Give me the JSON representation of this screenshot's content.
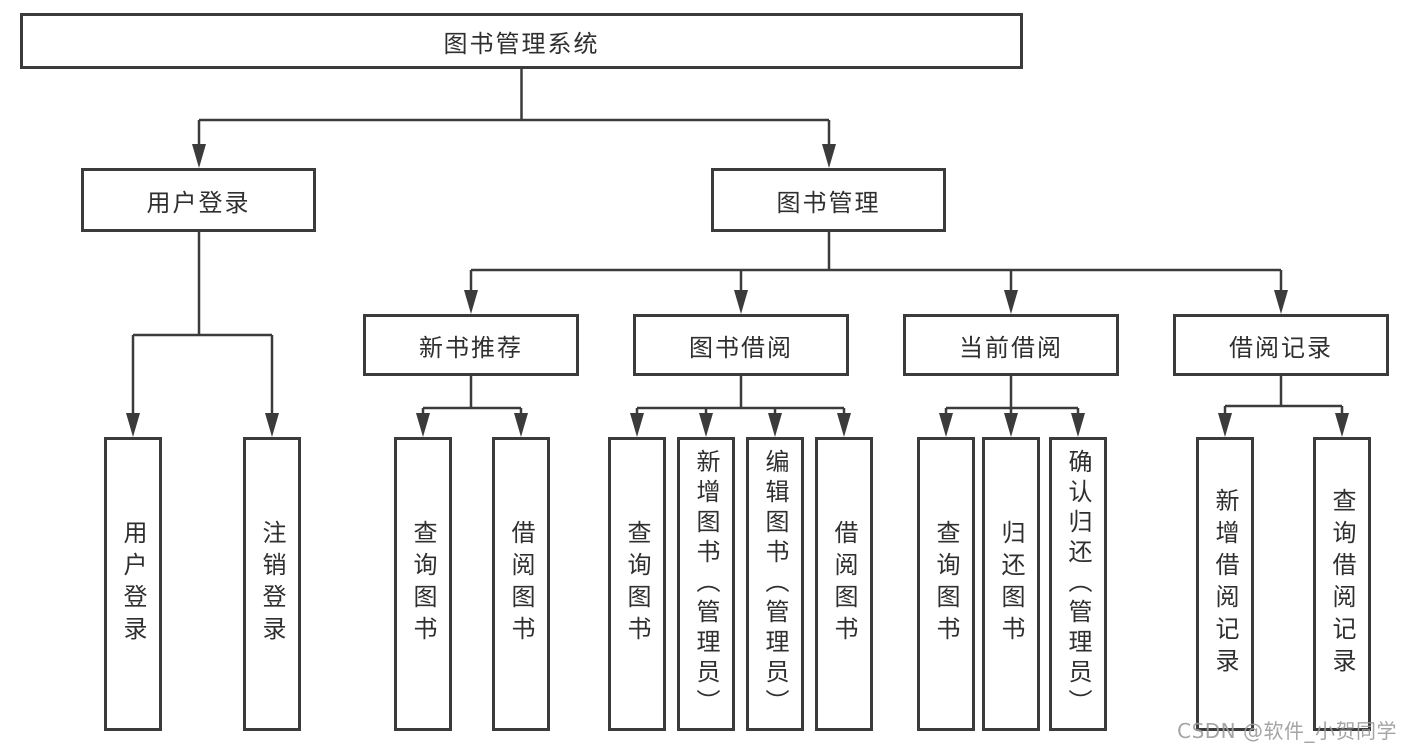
{
  "tree": {
    "label": "图书管理系统",
    "children": [
      {
        "label": "用户登录",
        "children": [
          {
            "label": "用户登录"
          },
          {
            "label": "注销登录"
          }
        ]
      },
      {
        "label": "图书管理",
        "children": [
          {
            "label": "新书推荐",
            "children": [
              {
                "label": "查询图书"
              },
              {
                "label": "借阅图书"
              }
            ]
          },
          {
            "label": "图书借阅",
            "children": [
              {
                "label": "查询图书"
              },
              {
                "label": "新增图书（管理员）"
              },
              {
                "label": "编辑图书（管理员）"
              },
              {
                "label": "借阅图书"
              }
            ]
          },
          {
            "label": "当前借阅",
            "children": [
              {
                "label": "查询图书"
              },
              {
                "label": "归还图书"
              },
              {
                "label": "确认归还（管理员）"
              }
            ]
          },
          {
            "label": "借阅记录",
            "children": [
              {
                "label": "新增借阅记录"
              },
              {
                "label": "查询借阅记录"
              }
            ]
          }
        ]
      }
    ]
  },
  "watermark": {
    "text": "CSDN @软件_小贺同学"
  },
  "colors": {
    "line": "#3b3b3b",
    "text": "#2f2f2f",
    "watermark": "#9c9c9c",
    "background": "#ffffff"
  }
}
